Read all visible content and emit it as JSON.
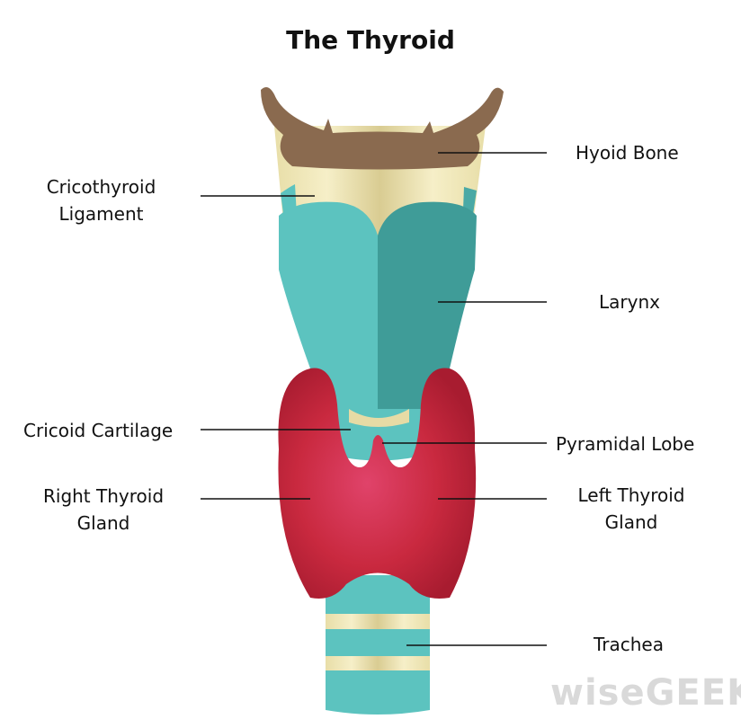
{
  "title": "The Thyroid",
  "labels": {
    "cricothyroid_ligament": "Cricothyroid\nLigament",
    "cricoid_cartilage": "Cricoid Cartilage",
    "right_thyroid_gland": "Right Thyroid\nGland",
    "hyoid_bone": "Hyoid Bone",
    "larynx": "Larynx",
    "pyramidal_lobe": "Pyramidal Lobe",
    "left_thyroid_gland": "Left Thyroid\nGland",
    "trachea": "Trachea"
  },
  "watermark": "wiseGEEK",
  "colors": {
    "bone": "#8a6a4f",
    "cartilage": "#5cc3bf",
    "cartilage_dark": "#3f9c98",
    "ligament": "#efe7b9",
    "gland": "#c9293f"
  }
}
